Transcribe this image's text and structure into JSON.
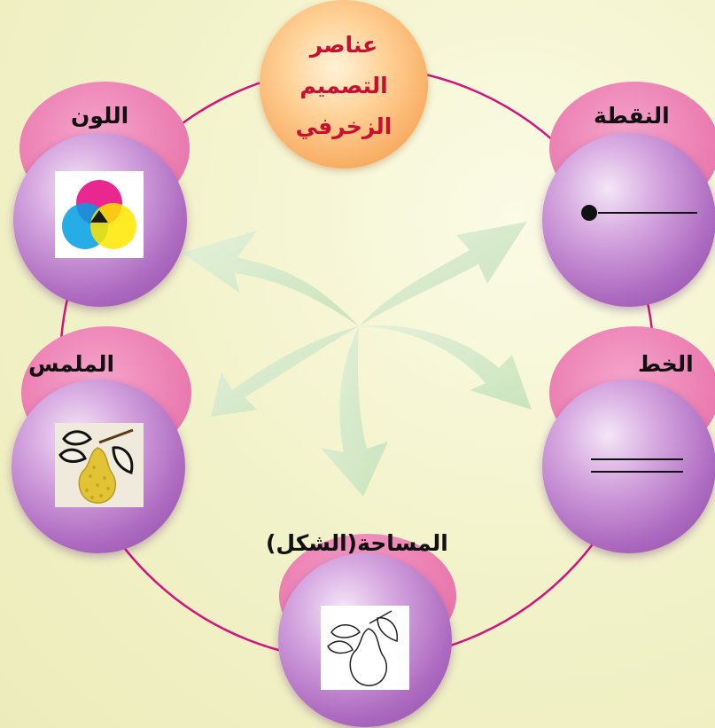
{
  "title": {
    "lines": [
      "عناصر",
      "التصميم",
      "الزخرفي"
    ],
    "color": "#c8102e"
  },
  "elements": {
    "color": {
      "label": "اللون",
      "icon": "color-mixing-circles-icon"
    },
    "point": {
      "label": "النقطة",
      "icon": "dot-line-icon"
    },
    "texture": {
      "label": "الملمس",
      "icon": "textured-pear-icon"
    },
    "line": {
      "label": "الخط",
      "icon": "double-line-icon"
    },
    "area": {
      "label": "المساحة(الشكل)",
      "icon": "pear-outline-icon"
    }
  },
  "colors": {
    "ring": "#d4117d",
    "node_purple": "#ad6ac0",
    "node_pink_halo": "#ec80b3",
    "title_orange": "#f8ab60",
    "arrows": "#cfe7c4"
  }
}
